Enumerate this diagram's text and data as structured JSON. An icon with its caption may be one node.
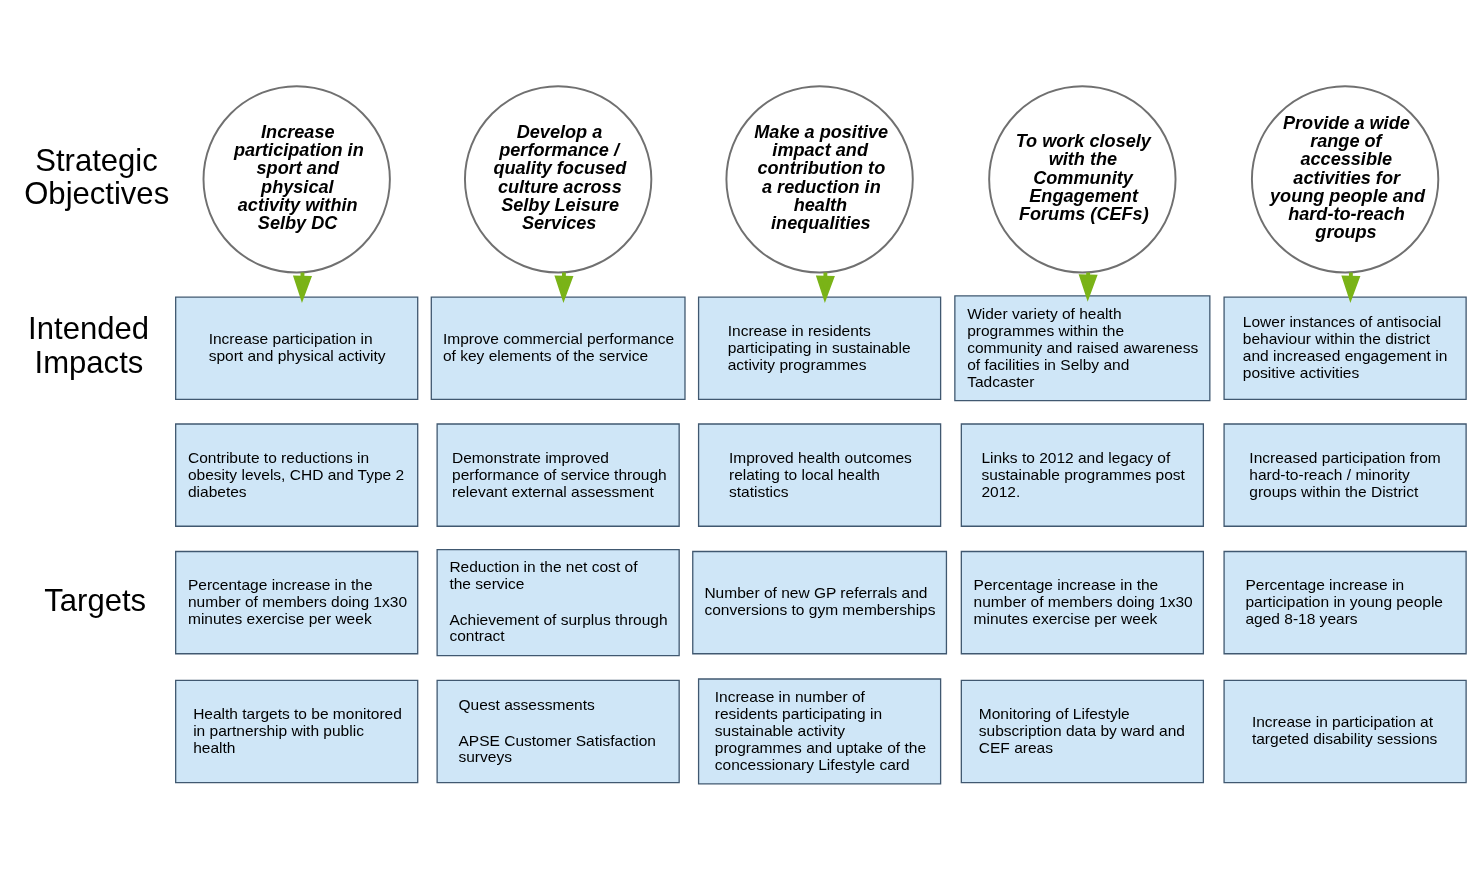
{
  "diagram": {
    "nodes": [
      {
        "text": [
          "Increase participation in sport and physical activity within Selby DC"
        ]
      },
      {
        "text": [
          "Develop a performance / quality focused culture across Selby Leisure Services"
        ]
      },
      {
        "text": [
          "Make a positive impact and contribution to a reduction in health inequalities"
        ]
      },
      {
        "text": [
          "To work closely with the Community Engagement Forums (CEFs)"
        ]
      },
      {
        "text": [
          "Provide a wide range of accessible activities for young people and hard-to-reach groups"
        ]
      },
      {
        "text": [
          "Increase participation in sport and physical activity"
        ]
      },
      {
        "text": [
          "Improve commercial performance of key elements of the service"
        ]
      },
      {
        "text": [
          "Increase in residents participating in sustainable activity programmes"
        ]
      },
      {
        "text": [
          "Wider variety of health programmes within the community and raised awareness of facilities in Selby and Tadcaster"
        ]
      },
      {
        "text": [
          "Lower instances of antisocial behaviour within the district and increased engagement in positive activities"
        ]
      },
      {
        "text": [
          "Contribute to reductions in obesity levels, CHD and Type 2 diabetes"
        ]
      },
      {
        "text": [
          "Demonstrate improved performance of service through relevant external assessment"
        ]
      },
      {
        "text": [
          "Improved health outcomes relating to local health statistics"
        ]
      },
      {
        "text": [
          "Links to 2012 and legacy of sustainable programmes post 2012."
        ]
      },
      {
        "text": [
          "Increased participation from hard-to-reach / minority groups within the District"
        ]
      },
      {
        "text": [
          "Percentage increase in the number of members doing 1x30 minutes exercise per week"
        ]
      },
      {
        "text": [
          "Reduction in the net cost of the service",
          "Achievement of surplus through contract"
        ]
      },
      {
        "text": [
          "Number of new GP referrals and conversions to gym memberships"
        ]
      },
      {
        "text": [
          "Percentage increase in the number of members doing 1x30 minutes exercise per week"
        ]
      },
      {
        "text": [
          "Percentage increase in participation in young people aged 8-18 years"
        ]
      },
      {
        "text": [
          "Health targets to be monitored in partnership with public health"
        ]
      },
      {
        "text": [
          "Quest assessments",
          "APSE Customer Satisfaction surveys"
        ]
      },
      {
        "text": [
          "Increase in number of residents participating in sustainable activity programmes and uptake of the concessionary Lifestyle card"
        ]
      },
      {
        "text": [
          "Monitoring of Lifestyle subscription data by ward and CEF areas"
        ]
      },
      {
        "text": [
          "Increase in participation at targeted disability sessions"
        ]
      }
    ],
    "edges": [
      {
        "from": 0,
        "to": 5,
        "arrow": "to"
      },
      {
        "from": 1,
        "to": 6,
        "arrow": "to"
      },
      {
        "from": 2,
        "to": 7,
        "arrow": "to"
      },
      {
        "from": 3,
        "to": 8,
        "arrow": "to"
      },
      {
        "from": 4,
        "to": 9,
        "arrow": "to"
      }
    ],
    "labels": [
      "Strategic Objectives",
      "Intended Impacts",
      "Targets"
    ]
  }
}
